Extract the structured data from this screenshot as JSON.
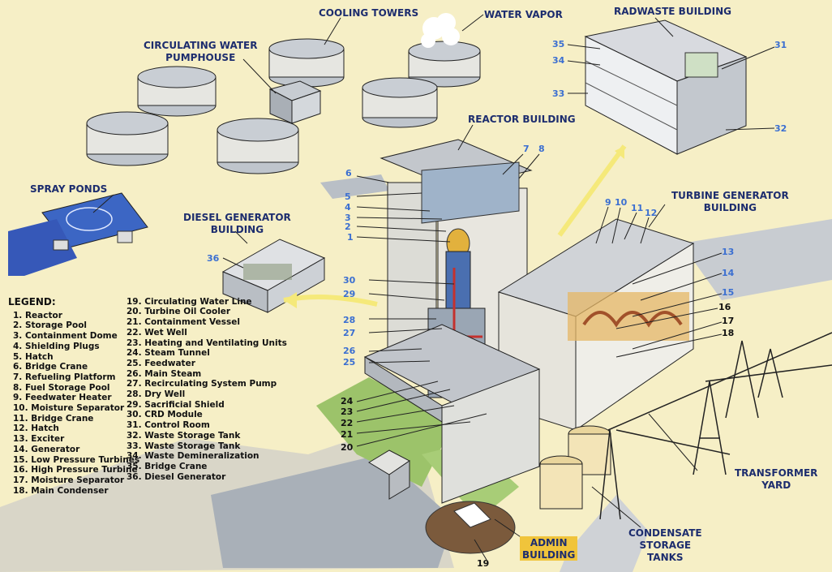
{
  "labels": {
    "cooling_towers": "COOLING TOWERS",
    "water_vapor": "WATER VAPOR",
    "radwaste_building": "RADWASTE BUILDING",
    "circulating_water_pumphouse": "CIRCULATING WATER\nPUMPHOUSE",
    "reactor_building": "REACTOR BUILDING",
    "spray_ponds": "SPRAY PONDS",
    "diesel_generator_building": "DIESEL GENERATOR\nBUILDING",
    "turbine_generator_building": "TURBINE GENERATOR\nBUILDING",
    "transformer_yard": "TRANSFORMER\nYARD",
    "condensate_storage_tanks": "CONDENSATE\nSTORAGE\nTANKS",
    "admin_building": "ADMIN\nBUILDING"
  },
  "callouts": {
    "n1": "1",
    "n2": "2",
    "n3": "3",
    "n4": "4",
    "n5": "5",
    "n6": "6",
    "n7": "7",
    "n8": "8",
    "n9": "9",
    "n10": "10",
    "n11": "11",
    "n12": "12",
    "n13": "13",
    "n14": "14",
    "n15": "15",
    "n16": "16",
    "n17": "17",
    "n18": "18",
    "n19": "19",
    "n20": "20",
    "n21": "21",
    "n22": "22",
    "n23": "23",
    "n24": "24",
    "n25": "25",
    "n26": "26",
    "n27": "27",
    "n28": "28",
    "n29": "29",
    "n30": "30",
    "n31": "31",
    "n32": "32",
    "n33": "33",
    "n34": "34",
    "n35": "35",
    "n36": "36"
  },
  "legend": {
    "title": "LEGEND:",
    "col1": [
      "1. Reactor",
      "2. Storage Pool",
      "3. Containment Dome",
      "4. Shielding Plugs",
      "5. Hatch",
      "6. Bridge Crane",
      "7. Refueling Platform",
      "8. Fuel Storage Pool",
      "9. Feedwater Heater",
      "10. Moisture Separator",
      "11. Bridge Crane",
      "12. Hatch",
      "13. Exciter",
      "14. Generator",
      "15. Low Pressure Turbines",
      "16. High Pressure Turbine",
      "17. Moisture Separator",
      "18. Main Condenser"
    ],
    "col2": [
      "19. Circulating Water Line",
      "20. Turbine Oil Cooler",
      "21. Containment Vessel",
      "22. Wet Well",
      "23. Heating and Ventilating Units",
      "24. Steam Tunnel",
      "25. Feedwater",
      "26. Main Steam",
      "27. Recirculating System Pump",
      "28. Dry Well",
      "29. Sacrificial Shield",
      "30. CRD Module",
      "31. Control Room",
      "32. Waste Storage Tank",
      "33. Waste Storage Tank",
      "34. Waste Demineralization",
      "35. Bridge Crane",
      "36. Diesel Generator"
    ]
  },
  "colors": {
    "background": "#f6efc6",
    "label_text": "#1d2d6e",
    "callout_blue": "#3b6fd1",
    "admin_highlight": "#f0c43b",
    "ground_gray": "#a9b0b8",
    "lawn_green": "#9cc36a",
    "pond_blue": "#3c66c4"
  }
}
